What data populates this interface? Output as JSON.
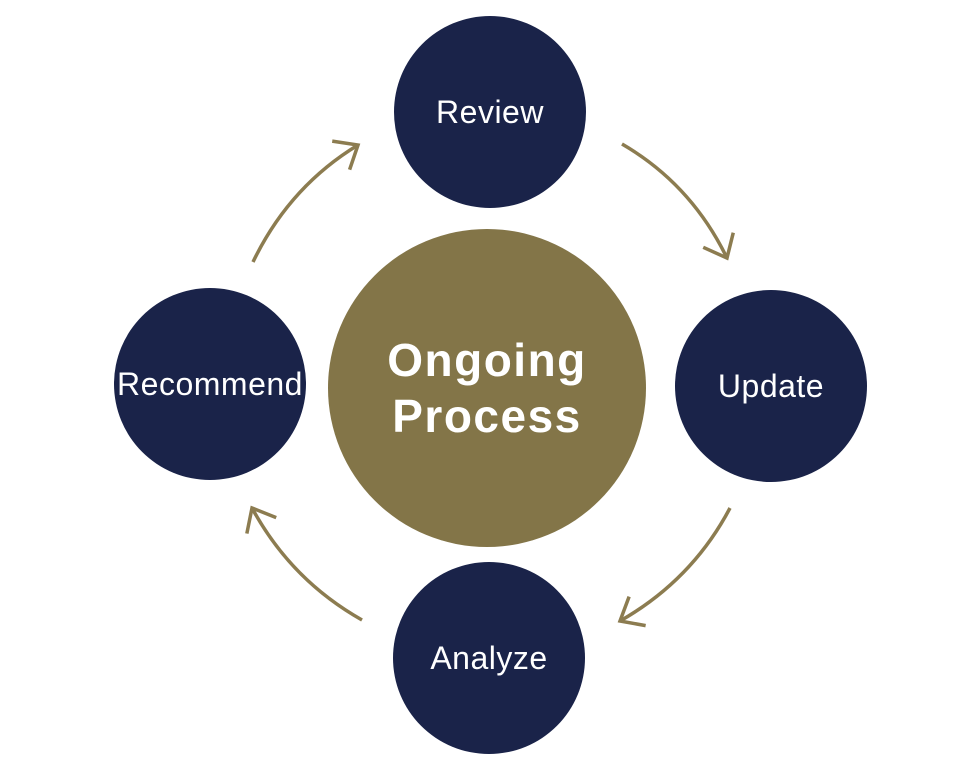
{
  "diagram": {
    "type": "cycle",
    "center": {
      "label_line1": "Ongoing",
      "label_line2": "Process"
    },
    "nodes": [
      {
        "id": "review",
        "label": "Review"
      },
      {
        "id": "update",
        "label": "Update"
      },
      {
        "id": "analyze",
        "label": "Analyze"
      },
      {
        "id": "recommend",
        "label": "Recommend"
      }
    ],
    "arrows": [
      {
        "from": "Recommend",
        "to": "Review"
      },
      {
        "from": "Review",
        "to": "Update"
      },
      {
        "from": "Update",
        "to": "Analyze"
      },
      {
        "from": "Analyze",
        "to": "Recommend"
      }
    ],
    "direction": "clockwise"
  },
  "colors": {
    "navy": "#1a2349",
    "gold": "#837548",
    "arrow": "#8c7c50",
    "label_text": "#ffffff",
    "background": "#ffffff"
  }
}
